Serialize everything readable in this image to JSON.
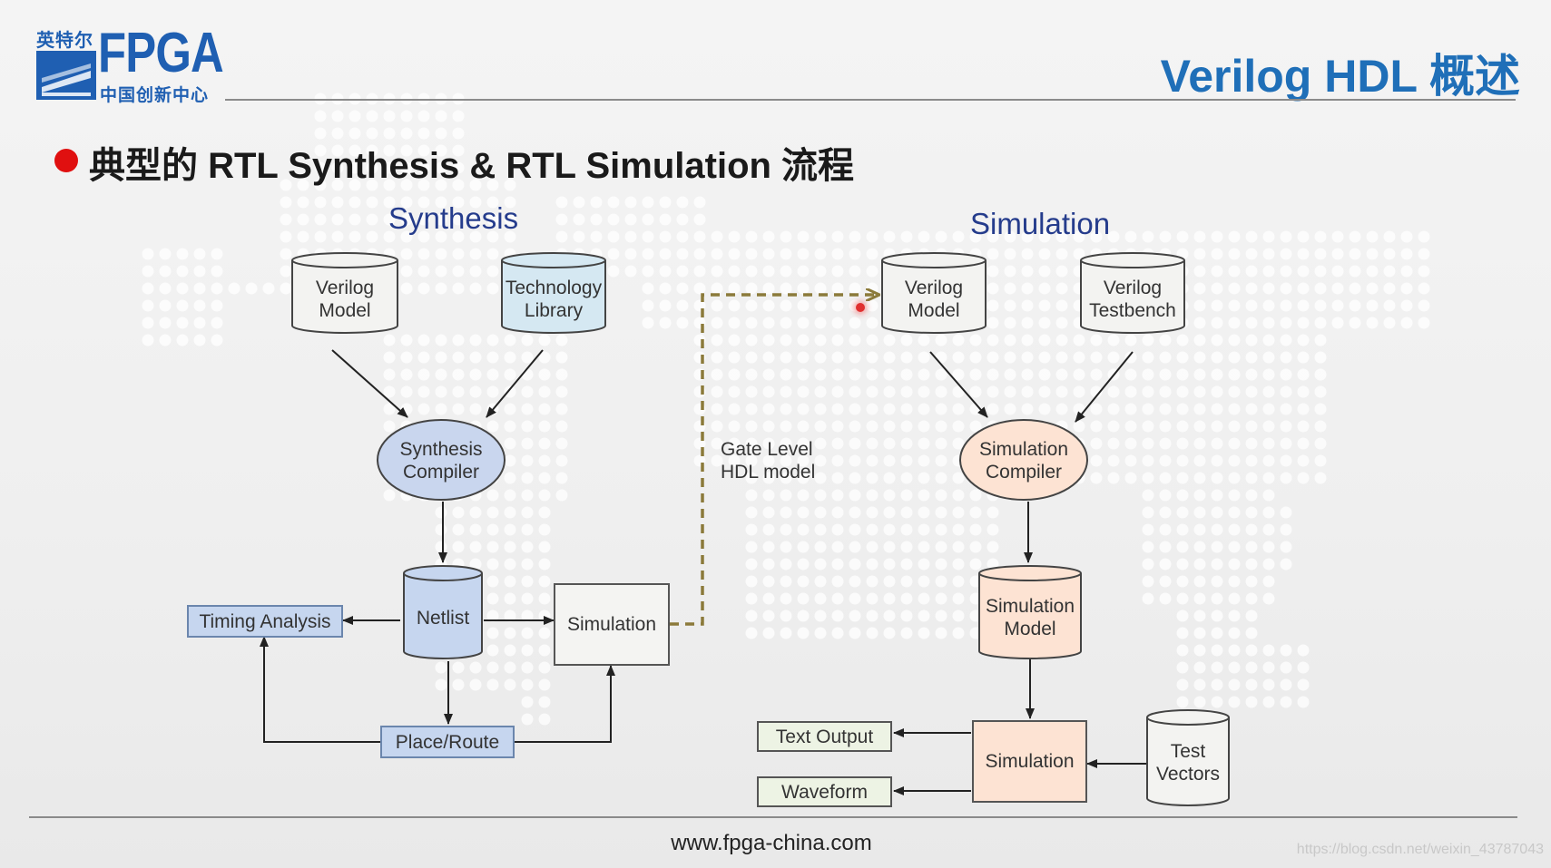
{
  "logo": {
    "cn_name": "英特尔",
    "brand": "FPGA",
    "subtitle": "中国创新中心"
  },
  "header": {
    "title": "Verilog HDL 概述"
  },
  "slide": {
    "heading": "典型的 RTL Synthesis & RTL Simulation 流程"
  },
  "synthesis": {
    "title": "Synthesis",
    "verilog_model": [
      "Verilog",
      "Model"
    ],
    "technology_library": [
      "Technology",
      "Library"
    ],
    "compiler": [
      "Synthesis",
      "Compiler"
    ],
    "netlist": "Netlist",
    "timing_analysis": "Timing Analysis",
    "simulation": "Simulation",
    "place_route": "Place/Route"
  },
  "gate_level": {
    "label_line1": "Gate Level",
    "label_line2": "HDL model"
  },
  "simulation": {
    "title": "Simulation",
    "verilog_model": [
      "Verilog",
      "Model"
    ],
    "verilog_testbench": [
      "Verilog",
      "Testbench"
    ],
    "compiler": [
      "Simulation",
      "Compiler"
    ],
    "sim_model": [
      "Simulation",
      "Model"
    ],
    "simulation": "Simulation",
    "text_output": "Text Output",
    "waveform": "Waveform",
    "test_vectors": [
      "Test",
      "Vectors"
    ]
  },
  "colors": {
    "accent_blue": "#1f5fb2",
    "title_blue": "#1f6fb8",
    "section_blue": "#253c8c",
    "bullet_red": "#e01010",
    "dashed_arrow": "#8b7a3a",
    "blue_fill": "#c6d6ef",
    "peach_fill": "#fde3d3",
    "green_fill": "#edf3e4"
  },
  "footer": {
    "url": "www.fpga-china.com",
    "watermark": "https://blog.csdn.net/weixin_43787043"
  }
}
